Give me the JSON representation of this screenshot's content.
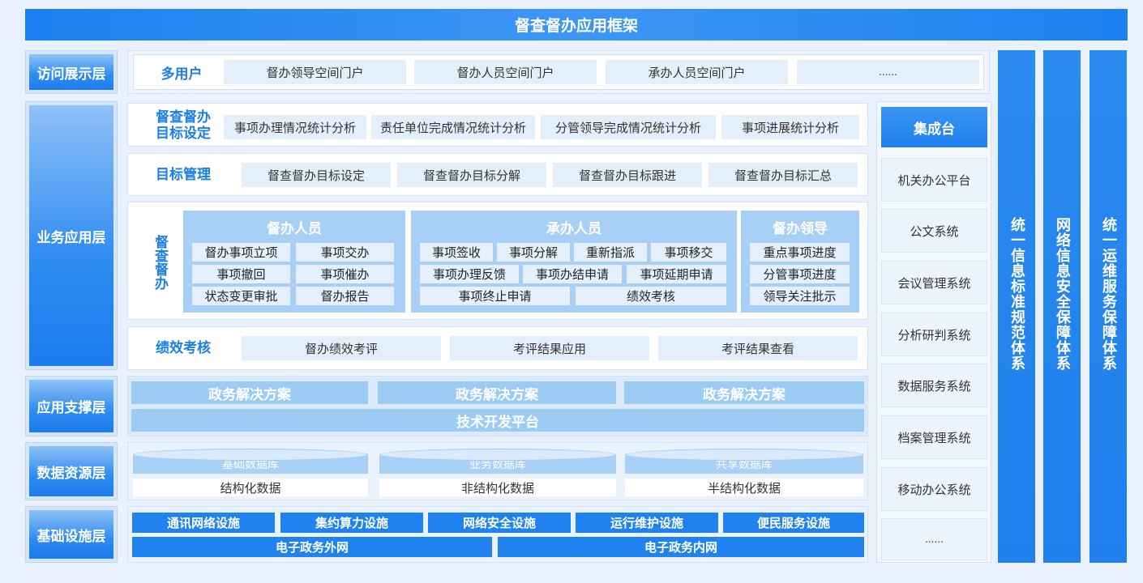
{
  "title": "督查督办应用框架",
  "layers": {
    "access": "访问展示层",
    "business": "业务应用层",
    "support": "应用支撑层",
    "data": "数据资源层",
    "infra": "基础设施层"
  },
  "access_row": {
    "title": "多用户",
    "items": [
      "督办领导空间门户",
      "督办人员空间门户",
      "承办人员空间门户",
      "......"
    ]
  },
  "target_row": {
    "title_l1": "督查督办",
    "title_l2": "目标设定",
    "items": [
      "事项办理情况统计分析",
      "责任单位完成情况统计分析",
      "分管领导完成情况统计分析",
      "事项进展统计分析"
    ]
  },
  "manage_row": {
    "title": "目标管理",
    "items": [
      "督查督办目标设定",
      "督查督办目标分解",
      "督查督办目标跟进",
      "督查督办目标汇总"
    ]
  },
  "supervise": {
    "title": "督查督办",
    "groups": [
      {
        "title": "督办人员",
        "items": [
          "督办事项立项",
          "事项交办",
          "事项撤回",
          "事项催办",
          "状态变更审批",
          "督办报告"
        ]
      },
      {
        "title": "承办人员",
        "items": [
          "事项签收",
          "事项分解",
          "重新指派",
          "事项移交",
          "事项办理反馈",
          "事项办结申请",
          "事项延期申请",
          "事项终止申请",
          "绩效考核"
        ]
      },
      {
        "title": "督办领导",
        "items": [
          "重点事项进度",
          "分管事项进度",
          "领导关注批示"
        ]
      }
    ]
  },
  "perf_row": {
    "title": "绩效考核",
    "items": [
      "督办绩效考评",
      "考评结果应用",
      "考评结果查看"
    ]
  },
  "support": {
    "solutions": [
      "政务解决方案",
      "政务解决方案",
      "政务解决方案"
    ],
    "platform": "技术开发平台"
  },
  "data": {
    "dbs": [
      "基础数据库",
      "业务数据库",
      "共享数据库"
    ],
    "types": [
      "结构化数据",
      "非结构化数据",
      "半结构化数据"
    ]
  },
  "infra": {
    "facilities": [
      "通讯网络设施",
      "集约算力设施",
      "网络安全设施",
      "运行维护设施",
      "便民服务设施"
    ],
    "networks": [
      "电子政务外网",
      "电子政务内网"
    ]
  },
  "integration": {
    "title": "集成台",
    "items": [
      "机关办公平台",
      "公文系统",
      "会议管理系统",
      "分析研判系统",
      "数据服务系统",
      "档案管理系统",
      "移动办公系统",
      "......"
    ]
  },
  "systems": [
    "统一信息标准规范体系",
    "网络信息安全保障体系",
    "统一运维服务保障体系"
  ]
}
